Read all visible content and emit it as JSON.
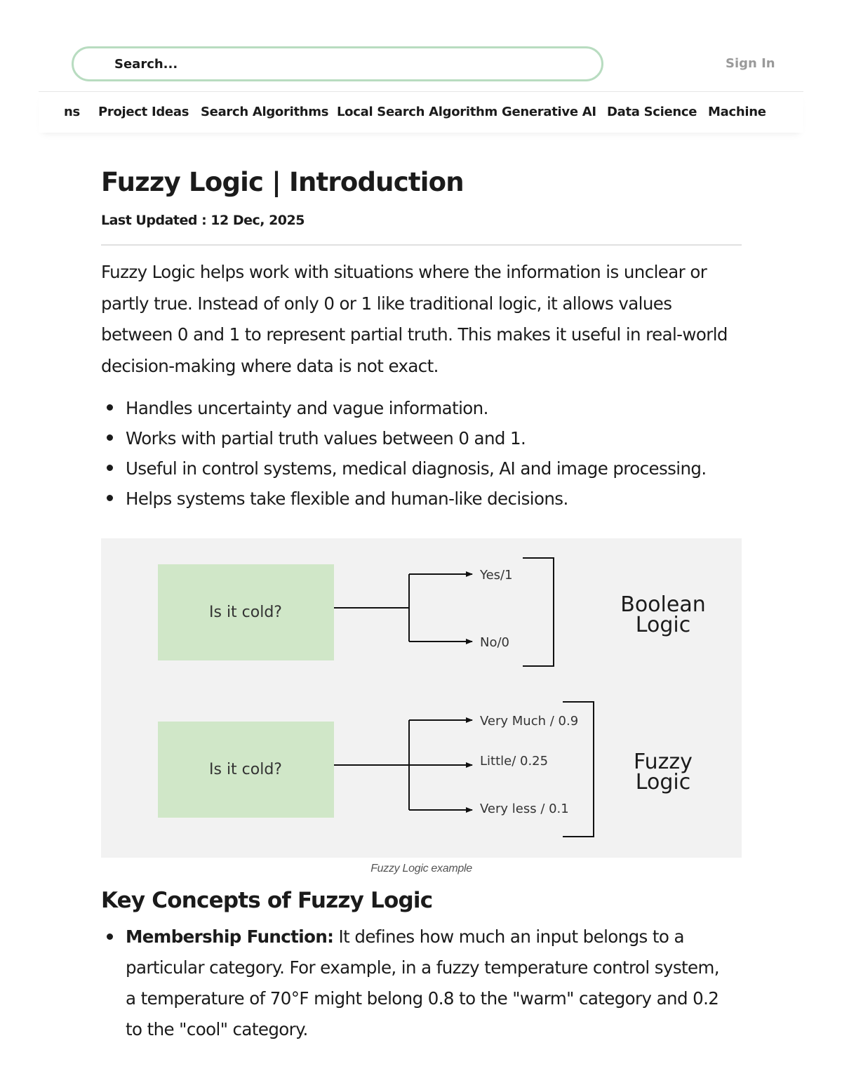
{
  "header": {
    "search_placeholder": "Search...",
    "sign_in_label": "Sign In"
  },
  "nav": {
    "items": [
      {
        "label": "ns"
      },
      {
        "label": "Project Ideas"
      },
      {
        "label": "Search Algorithms"
      },
      {
        "label": "Local Search Algorithm"
      },
      {
        "label": "Generative AI"
      },
      {
        "label": "Data Science"
      },
      {
        "label": "Machine"
      }
    ]
  },
  "article": {
    "title": "Fuzzy Logic | Introduction",
    "last_updated": "Last Updated : 12 Dec, 2025",
    "intro": "Fuzzy Logic helps work with situations where the information is unclear or partly true. Instead of only 0 or 1 like traditional logic, it allows values between 0 and 1 to represent partial truth. This makes it useful in real-world decision-making where data is not exact.",
    "bullets": [
      "Handles uncertainty and vague information.",
      "Works with partial truth values between 0 and 1.",
      "Useful in control systems, medical diagnosis, AI and image processing.",
      "Helps systems take flexible and human-like decisions."
    ],
    "figure": {
      "boolean": {
        "question": "Is it cold?",
        "outputs": [
          "Yes/1",
          "No/0"
        ],
        "label_line1": "Boolean",
        "label_line2": "Logic"
      },
      "fuzzy": {
        "question": "Is it cold?",
        "outputs": [
          "Very Much / 0.9",
          "Little/ 0.25",
          "Very less / 0.1"
        ],
        "label_line1": "Fuzzy",
        "label_line2": "Logic"
      },
      "caption": "Fuzzy Logic example",
      "colors": {
        "box_fill": "#d0e7c8",
        "panel_bg": "#f2f2f2",
        "line": "#111111"
      }
    },
    "section_heading": "Key Concepts of Fuzzy Logic",
    "concepts": [
      {
        "term": "Membership Function:",
        "text": " It defines how much an input belongs to a particular category. For example, in a fuzzy temperature control system, a temperature of 70°F might belong 0.8 to the \"warm\" category and 0.2 to the \"cool\" category."
      }
    ]
  }
}
